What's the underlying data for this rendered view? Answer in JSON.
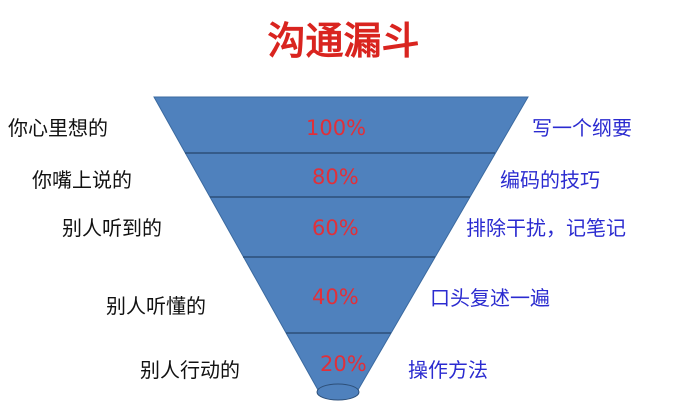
{
  "title": "沟通漏斗",
  "colors": {
    "funnel": "#4F81BD",
    "percent": "#e0303a",
    "title": "#d9241f",
    "right_text": "#2b2bd0"
  },
  "levels": [
    {
      "left": "你心里想的",
      "percent": "100%",
      "right": "写一个纲要"
    },
    {
      "left": "你嘴上说的",
      "percent": "80%",
      "right": "编码的技巧"
    },
    {
      "left": "别人听到的",
      "percent": "60%",
      "right": "排除干扰，记笔记"
    },
    {
      "left": "别人听懂的",
      "percent": "40%",
      "right": "口头复述一遍"
    },
    {
      "left": "别人行动的",
      "percent": "20%",
      "right": "操作方法"
    }
  ]
}
